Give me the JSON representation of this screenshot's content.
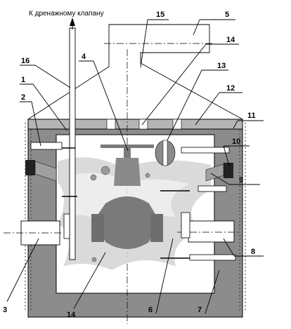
{
  "caption": "К дренажному клапану",
  "labels": [
    {
      "id": "1",
      "text": "1"
    },
    {
      "id": "2",
      "text": "2"
    },
    {
      "id": "3",
      "text": "3"
    },
    {
      "id": "4",
      "text": "4"
    },
    {
      "id": "5",
      "text": "5"
    },
    {
      "id": "6",
      "text": "6"
    },
    {
      "id": "7",
      "text": "7"
    },
    {
      "id": "8",
      "text": "8"
    },
    {
      "id": "9",
      "text": "9"
    },
    {
      "id": "10",
      "text": "10"
    },
    {
      "id": "11",
      "text": "11"
    },
    {
      "id": "12",
      "text": "12"
    },
    {
      "id": "13",
      "text": "13"
    },
    {
      "id": "14a",
      "text": "14"
    },
    {
      "id": "14b",
      "text": "14"
    },
    {
      "id": "15",
      "text": "15"
    },
    {
      "id": "16",
      "text": "16"
    }
  ],
  "colors": {
    "wall": "#8c8c8c",
    "water": "#d6d6d6",
    "valve": "#7a7a7a",
    "pipe": "#e0e0e0",
    "seal": "#222222"
  }
}
